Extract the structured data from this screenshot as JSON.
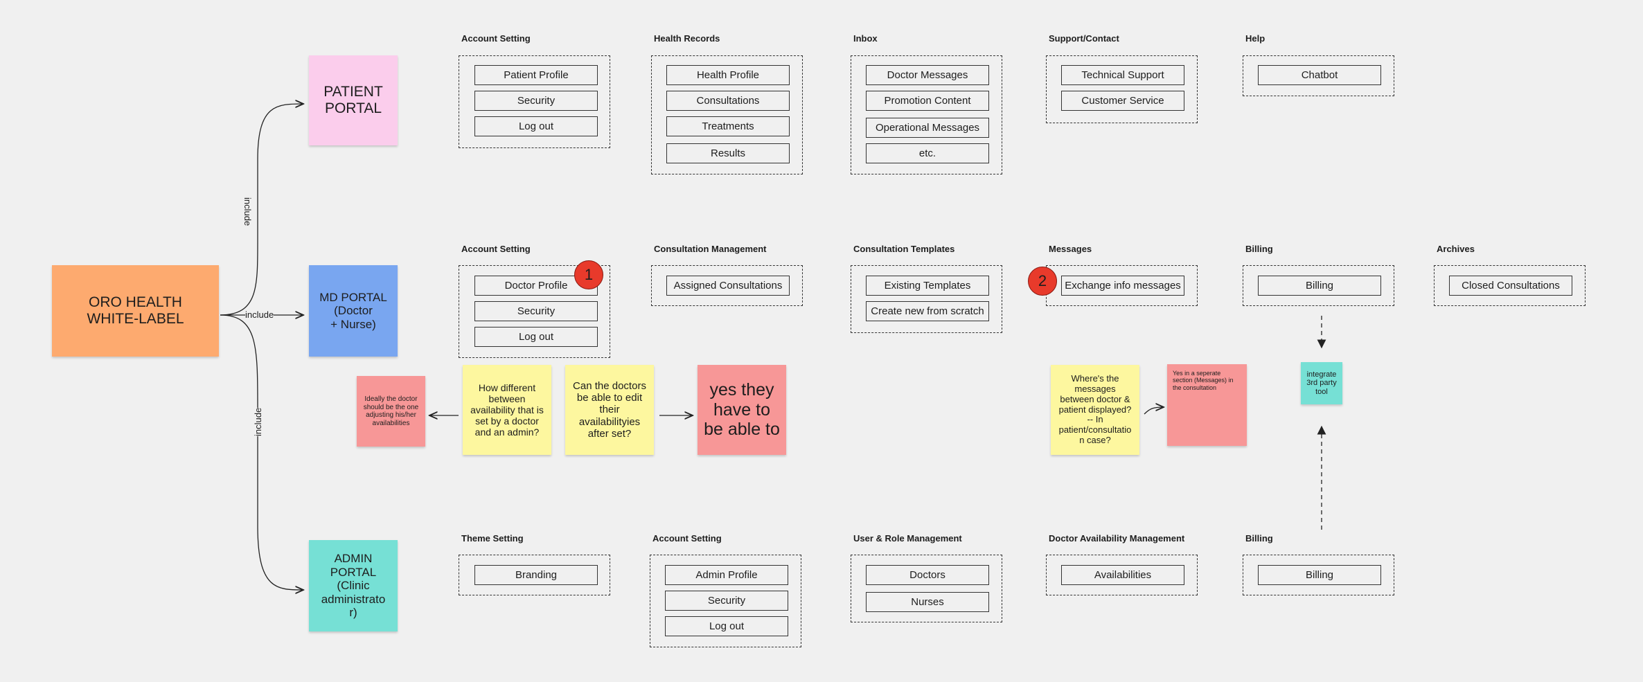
{
  "root": {
    "label": "ORO HEALTH\nWHITE-LABEL",
    "color": "#fdaa6f"
  },
  "portals": {
    "patient": {
      "label": "PATIENT\nPORTAL",
      "color": "#fbcdec"
    },
    "md": {
      "label": "MD PORTAL\n(Doctor\n+ Nurse)",
      "color": "#79a6f0"
    },
    "admin": {
      "label": "ADMIN\nPORTAL\n(Clinic\nadministrato\nr)",
      "color": "#76e0d5"
    }
  },
  "edges": {
    "include_top": "include",
    "include_mid": "include",
    "include_bottom": "include"
  },
  "patient_row": {
    "account": {
      "title": "Account Setting",
      "items": [
        "Patient Profile",
        "Security",
        "Log out"
      ]
    },
    "health": {
      "title": "Health Records",
      "items": [
        "Health Profile",
        "Consultations",
        "Treatments",
        "Results"
      ]
    },
    "inbox": {
      "title": "Inbox",
      "items": [
        "Doctor Messages",
        "Promotion Content",
        "Operational Messages",
        "etc."
      ]
    },
    "support": {
      "title": "Support/Contact",
      "items": [
        "Technical Support",
        "Customer Service"
      ]
    },
    "help": {
      "title": "Help",
      "items": [
        "Chatbot"
      ]
    }
  },
  "md_row": {
    "account": {
      "title": "Account Setting",
      "items": [
        "Doctor Profile",
        "Security",
        "Log out"
      ]
    },
    "consult_mgmt": {
      "title": "Consultation Management",
      "items": [
        "Assigned Consultations"
      ]
    },
    "templates": {
      "title": "Consultation Templates",
      "items": [
        "Existing Templates",
        "Create new from scratch"
      ]
    },
    "messages": {
      "title": "Messages",
      "items": [
        "Exchange info messages"
      ]
    },
    "billing": {
      "title": "Billing",
      "items": [
        "Billing"
      ]
    },
    "archives": {
      "title": "Archives",
      "items": [
        "Closed Consultations"
      ]
    }
  },
  "admin_row": {
    "theme": {
      "title": "Theme Setting",
      "items": [
        "Branding"
      ]
    },
    "account": {
      "title": "Account Setting",
      "items": [
        "Admin Profile",
        "Security",
        "Log out"
      ]
    },
    "users": {
      "title": "User & Role Management",
      "items": [
        "Doctors",
        "Nurses"
      ]
    },
    "availability": {
      "title": "Doctor Availability Management",
      "items": [
        "Availabilities"
      ]
    },
    "billing": {
      "title": "Billing",
      "items": [
        "Billing"
      ]
    }
  },
  "badges": {
    "one": "1",
    "two": "2"
  },
  "notes": {
    "ideally": "Ideally the doctor should be the one adjusting his/her availabilities",
    "how_different": "How different between availability that is set by a doctor and an admin?",
    "can_edit": "Can the doctors be able to edit their availabilityies after set?",
    "yes_they": "yes they have to be able to",
    "where_messages": "Where's the messages between doctor & patient displayed? -- In patient/consultatio n case?",
    "yes_separate": "Yes in a seperate section (Messages) in the consultation",
    "integrate": "integrate 3rd party tool"
  },
  "colors": {
    "yellow_note": "#fdf79f",
    "red_note": "#f79797",
    "teal_note": "#76e0d5",
    "badge": "#e83a2b",
    "background": "#f0f0f0"
  }
}
